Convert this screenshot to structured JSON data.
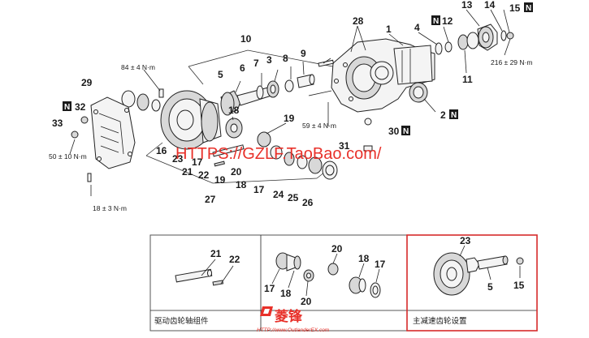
{
  "part_numbers": {
    "n1": "1",
    "n2": "2",
    "n3": "3",
    "n4": "4",
    "n5": "5",
    "n6": "6",
    "n7": "7",
    "n8": "8",
    "n9": "9",
    "n10": "10",
    "n11": "11",
    "n12": "12",
    "n13": "13",
    "n14": "14",
    "n15": "15",
    "n16": "16",
    "n17a": "17",
    "n17b": "17",
    "n18a": "18",
    "n18b": "18",
    "n19a": "19",
    "n19b": "19",
    "n20": "20",
    "n21": "21",
    "n22": "22",
    "n23": "23",
    "n24": "24",
    "n25": "25",
    "n26": "26",
    "n27": "27",
    "n28": "28",
    "n29": "29",
    "n30": "30",
    "n31": "31",
    "n32": "32",
    "n33": "33"
  },
  "torques": {
    "t84": "84 ± 4 N·m",
    "t216": "216 ± 29 N·m",
    "t59": "59 ± 4 N·m",
    "t50": "50 ± 10 N·m",
    "t18": "18 ± 3 N·m"
  },
  "n_marker": "N",
  "watermark": {
    "text": "HTTPS://GZLF.TaoBao.com/",
    "color": "#e8312a"
  },
  "panels": {
    "left": {
      "caption": "驱动齿轮轴组件",
      "labels": {
        "a": "21",
        "b": "22"
      }
    },
    "middle": {
      "labels": {
        "a": "20",
        "b": "18",
        "c": "17",
        "d": "17",
        "e": "18",
        "f": "20"
      }
    },
    "right": {
      "caption": "主减速齿轮设置",
      "labels": {
        "a": "23",
        "b": "5",
        "c": "15"
      },
      "highlight_color": "#d62b2b"
    }
  },
  "logo": {
    "text": "菱锋",
    "url": "HTTP://www.OutlanderEX.com"
  }
}
